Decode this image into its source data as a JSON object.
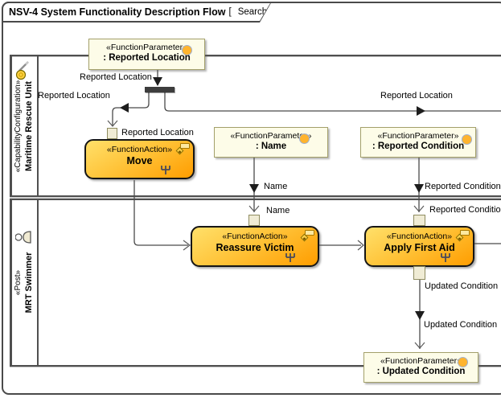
{
  "frame": {
    "title": "NSV-4 System Functionality Description Flow",
    "bracket_open": "[",
    "context": "Search & Rescue",
    "bracket_close": "]"
  },
  "lanes": [
    {
      "stereotype": "«CapabilityConfiguration»",
      "name": "Maritime Rescue Unit",
      "icon": "capability-configuration-icon"
    },
    {
      "stereotype": "«Post»",
      "name": "MRT Swimmer",
      "icon": "post-person-icon"
    }
  ],
  "parameters": [
    {
      "stereotype": "«FunctionParameter»",
      "name": ": Reported Location"
    },
    {
      "stereotype": "«FunctionParameter»",
      "name": ": Name"
    },
    {
      "stereotype": "«FunctionParameter»",
      "name": ": Reported Condition"
    },
    {
      "stereotype": "«FunctionParameter»",
      "name": ": Updated Condition"
    }
  ],
  "actions": [
    {
      "stereotype": "«FunctionAction»",
      "name": "Move"
    },
    {
      "stereotype": "«FunctionAction»",
      "name": "Reassure Victim"
    },
    {
      "stereotype": "«FunctionAction»",
      "name": "Apply First Aid"
    }
  ],
  "edge_labels": {
    "reported_location_to_fork": "Reported Location",
    "reported_location_fork_left": "Reported Location",
    "reported_location_fork_right": "Reported Location",
    "reported_location_pin": "Reported Location",
    "name_edge": "Name",
    "name_pin": "Name",
    "reported_condition_edge": "Reported Condition",
    "reported_condition_pin": "Reported Condition",
    "updated_condition_pin": "Updated Condition",
    "updated_condition_edge": "Updated Condition"
  },
  "colors": {
    "action_gradient_start": "#ffe06a",
    "action_gradient_end": "#ff9d00",
    "parameter_fill": "#fdfce8",
    "parameter_border": "#a3a06a",
    "parameter_circle": "#ffb42e",
    "fork_bar": "#3d3d3d",
    "edge": "#4a4a4a"
  },
  "icons": {
    "tab": "nsv-diagram-icon",
    "rake": "rake-icon",
    "behavior_indicator": "behavior-indicator-icon",
    "parameter_marker": "parameter-circle-icon"
  }
}
